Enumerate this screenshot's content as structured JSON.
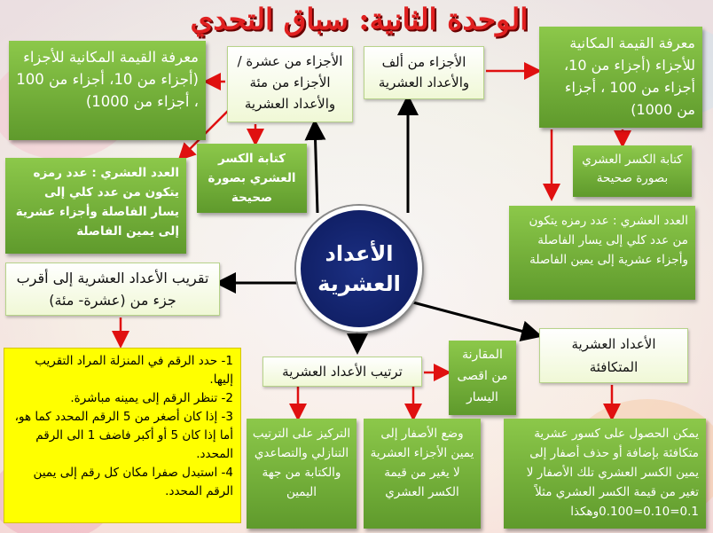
{
  "title": "الوحدة الثانية: سباق التحدي",
  "center": "الأعداد العشرية",
  "nodes": {
    "tenths_hundredths": "الأجزاء من عشرة / الأجزاء من مئة والأعداد العشرية",
    "thousandths": "الأجزاء من ألف والأعداد العشرية",
    "place_value_left": "معرفة القيمة المكانية للأجزاء (أجزاء من 10، أجزاء من 100 ، أجزاء من 1000)",
    "place_value_right": "معرفة القيمة المكانية للأجزاء (أجزاء من 10، أجزاء من 100 ، أجزاء من 1000)",
    "write_fraction_left": "كتابة الكسر العشري بصورة صحيحة",
    "write_fraction_right": "كتابة الكسر العشري بصورة صحيحة",
    "mixed_number_left": "العدد العشري : عدد رمزه يتكون من عدد كلي إلى يسار الفاصلة وأجزاء عشرية إلى يمين الفاصلة",
    "mixed_number_right": "العدد العشري : عدد رمزه يتكون من عدد كلي إلى يسار الفاصلة وأجزاء عشرية إلى يمين الفاصلة",
    "rounding": "تقريب الأعداد العشرية إلى أقرب جزء من (عشرة- مئة)",
    "ordering": "ترتيب الأعداد العشرية",
    "compare": "المقارنة من اقصى اليسار",
    "equivalent": "الأعداد العشرية المتكافئة",
    "focus_order": "التركيز على الترتيب التنازلي والتصاعدي والكتابة من جهة اليمين",
    "zeros_right": "وضع الأصفار إلى يمين الأجزاء العشرية لا يغير من قيمة الكسر العشري",
    "equivalent_detail": "يمكن الحصول على كسور عشرية متكافئة بإضافة أو حذف أصفار إلى يمين الكسر العشري تلك الأصفار لا تغير من قيمة الكسر العشري مثلاً 0.1=0.10=0.100وهكذا"
  },
  "rounding_steps": [
    "1- حدد الرقم في المنزلة المراد التقريب إليها.",
    "2- تنظر الرقم إلى يمينه مباشرة.",
    "3- إذا كان أصغر من 5 الرقم المحدد كما هو، أما إذا كان 5 أو أكبر فاضف 1 الى الرقم المحدد.",
    "4- استبدل صفرا مكان كل رقم إلى يمين الرقم المحدد."
  ],
  "colors": {
    "title": "#e02020",
    "center": "#1b2f82",
    "green": "#7ab83c",
    "yellow": "#ffff00",
    "arrow_red": "#e01010",
    "arrow_black": "#000000"
  }
}
